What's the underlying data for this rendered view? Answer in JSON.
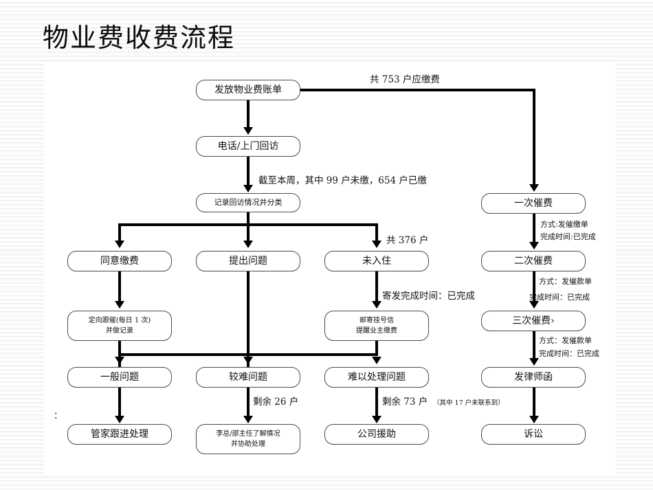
{
  "slide": {
    "title": "物业费收费流程",
    "stray_mark": "：",
    "line_color": "#000000",
    "node_border_color": "#4a4a4a",
    "background": "#ffffff"
  },
  "nodes": {
    "issue_bill": {
      "lines": [
        "发放物业费账单"
      ]
    },
    "phone_visit": {
      "lines": [
        "电话/上门回访"
      ]
    },
    "record_classify": {
      "lines": [
        "记录回访情况并分类"
      ]
    },
    "agree_pay": {
      "lines": [
        "同意缴费"
      ]
    },
    "raise_issue": {
      "lines": [
        "提出问题"
      ]
    },
    "not_moved_in": {
      "lines": [
        "未入住"
      ]
    },
    "daily_followup": {
      "lines": [
        "定向跟催(每日 1 次)",
        "并做记录"
      ]
    },
    "registered_mail": {
      "lines": [
        "邮寄挂号信",
        "提醒业主缴费"
      ]
    },
    "general_issue": {
      "lines": [
        "一般问题"
      ]
    },
    "harder_issue": {
      "lines": [
        "较难问题"
      ]
    },
    "difficult_issue": {
      "lines": [
        "难以处理问题"
      ]
    },
    "butler_followup": {
      "lines": [
        "管家跟进处理"
      ]
    },
    "leaders_assist": {
      "lines": [
        "李总/邵主任了解情况",
        "并协助处理"
      ]
    },
    "company_support": {
      "lines": [
        "公司援助"
      ]
    },
    "reminder_1": {
      "lines": [
        "一次催费"
      ]
    },
    "reminder_2": {
      "lines": [
        "二次催费"
      ]
    },
    "reminder_3": {
      "lines": [
        "三次催费›"
      ]
    },
    "lawyer_letter": {
      "lines": [
        "发律师函"
      ]
    },
    "litigation": {
      "lines": [
        "诉讼"
      ]
    }
  },
  "labels": {
    "total_households": "共 753 户应缴费",
    "week_status": "截至本周，其中 99 户未缴，654 户已缴",
    "subtotal_376": "共 376 户",
    "mail_done": "寄发完成时间：已完成",
    "remain_26": "剩余 26 户",
    "remain_73": "剩余 73 户",
    "remain_73_note": "（其中 17 户未联系到）",
    "r1_method": "方式:发催缴单",
    "r1_time": "完成时间:已完成",
    "r2_method": "方式：发催款单",
    "r2_time": "完成时间：已完成",
    "r3_method": "方式：发催款单",
    "r3_time": "完成时间：已完成"
  }
}
